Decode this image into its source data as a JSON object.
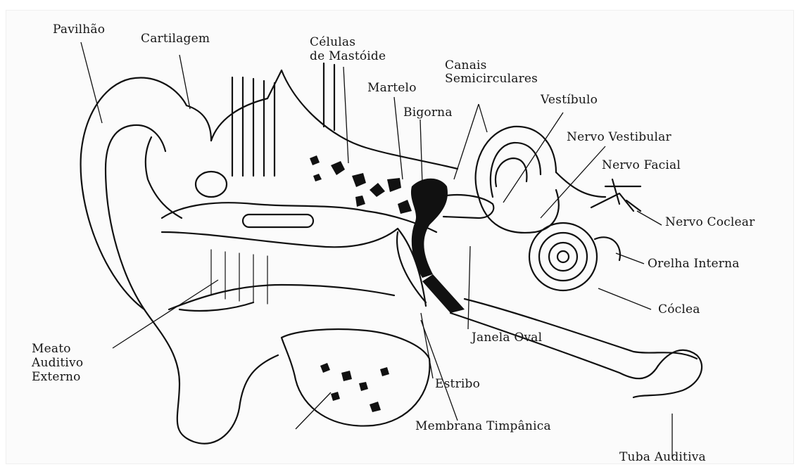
{
  "labels": {
    "pavilhao": "Pavilhão",
    "cartilagem": "Cartilagem",
    "celulas_l1": "Células",
    "celulas_l2": "de Mastóide",
    "martelo": "Martelo",
    "canais_l1": "Canais",
    "canais_l2": "Semicirculares",
    "bigorna": "Bigorna",
    "vestibulo": "Vestíbulo",
    "nervo_vestibular": "Nervo Vestibular",
    "nervo_facial": "Nervo Facial",
    "nervo_coclear": "Nervo Coclear",
    "orelha_interna": "Orelha Interna",
    "coclea": "Cóclea",
    "janela_oval": "Janela Oval",
    "estribo": "Estribo",
    "membrana_timpanica": "Membrana Timpânica",
    "tuba_auditiva": "Tuba Auditiva",
    "meato_l1": "Meato",
    "meato_l2": "Auditivo",
    "meato_l3": "Externo"
  }
}
